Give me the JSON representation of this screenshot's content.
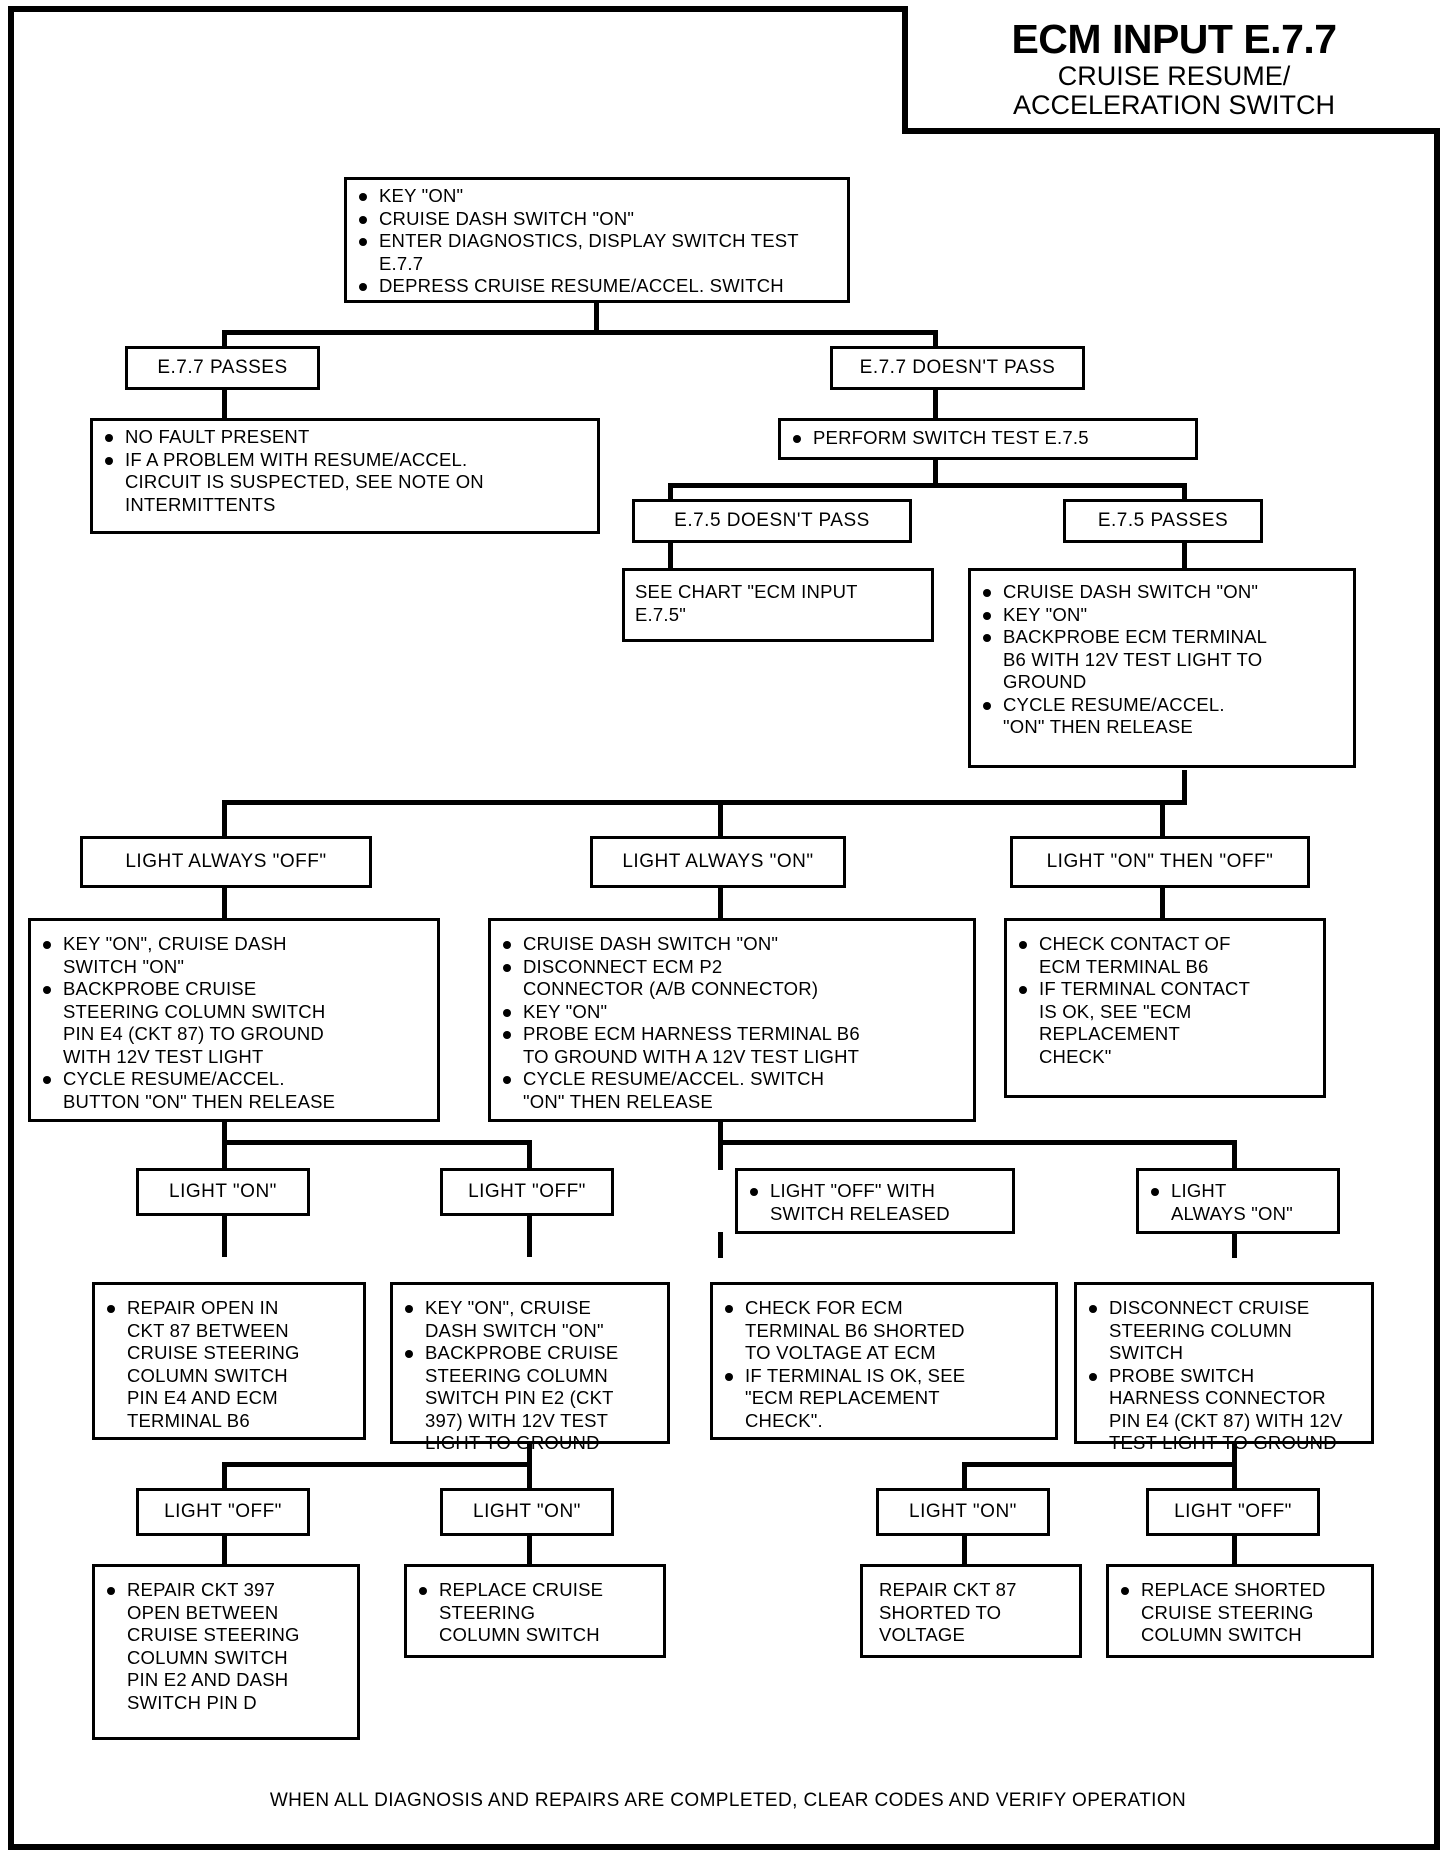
{
  "title": {
    "main": "ECM INPUT E.7.7",
    "sub_line1": "CRUISE RESUME/",
    "sub_line2": "ACCELERATION SWITCH"
  },
  "footer": "WHEN ALL DIAGNOSIS AND REPAIRS ARE COMPLETED, CLEAR CODES AND VERIFY OPERATION",
  "nodes": {
    "start": {
      "items": [
        "KEY \"ON\"",
        "CRUISE DASH SWITCH \"ON\"",
        "ENTER DIAGNOSTICS, DISPLAY SWITCH TEST E.7.7",
        "DEPRESS CRUISE RESUME/ACCEL. SWITCH"
      ]
    },
    "e77_passes": {
      "label": "E.7.7 PASSES"
    },
    "e77_doesnt_pass": {
      "label": "E.7.7 DOESN'T PASS"
    },
    "no_fault": {
      "items": [
        "NO FAULT PRESENT",
        "IF A PROBLEM WITH RESUME/ACCEL.\nCIRCUIT IS SUSPECTED, SEE NOTE ON\nINTERMITTENTS"
      ]
    },
    "perform_e75": {
      "items": [
        "PERFORM SWITCH TEST E.7.5"
      ]
    },
    "e75_doesnt_pass": {
      "label": "E.7.5 DOESN'T PASS"
    },
    "e75_passes": {
      "label": "E.7.5 PASSES"
    },
    "see_chart_e75": {
      "text": "SEE CHART \"ECM INPUT\nE.7.5\""
    },
    "e75_pass_actions": {
      "items": [
        "CRUISE DASH SWITCH \"ON\"",
        "KEY \"ON\"",
        "BACKPROBE ECM TERMINAL\nB6 WITH 12V TEST LIGHT TO\nGROUND",
        "CYCLE RESUME/ACCEL.\n\"ON\" THEN RELEASE"
      ]
    },
    "light_always_off": {
      "label": "LIGHT ALWAYS \"OFF\""
    },
    "light_always_on": {
      "label": "LIGHT ALWAYS \"ON\""
    },
    "light_on_then_off": {
      "label": "LIGHT \"ON\" THEN \"OFF\""
    },
    "always_off_actions": {
      "items": [
        "KEY \"ON\", CRUISE DASH\nSWITCH \"ON\"",
        "BACKPROBE CRUISE\nSTEERING COLUMN SWITCH\nPIN E4 (CKT 87) TO GROUND\nWITH 12V TEST LIGHT",
        "CYCLE RESUME/ACCEL.\nBUTTON \"ON\" THEN RELEASE"
      ]
    },
    "always_on_actions": {
      "items": [
        "CRUISE DASH SWITCH \"ON\"",
        "DISCONNECT ECM P2\nCONNECTOR (A/B CONNECTOR)",
        "KEY \"ON\"",
        "PROBE ECM HARNESS TERMINAL B6\nTO GROUND WITH A 12V TEST LIGHT",
        "CYCLE RESUME/ACCEL. SWITCH\n\"ON\" THEN RELEASE"
      ]
    },
    "on_then_off_actions": {
      "items": [
        "CHECK CONTACT OF\nECM TERMINAL B6",
        "IF TERMINAL CONTACT\nIS OK, SEE \"ECM\nREPLACEMENT\nCHECK\""
      ]
    },
    "light_on_a": {
      "label": "LIGHT \"ON\""
    },
    "light_off_a": {
      "label": "LIGHT \"OFF\""
    },
    "light_off_released": {
      "items": [
        "LIGHT \"OFF\" WITH\n  SWITCH RELEASED"
      ]
    },
    "light_always_on_b": {
      "items": [
        "LIGHT\n  ALWAYS \"ON\""
      ]
    },
    "repair_open_ckt87": {
      "items": [
        "REPAIR OPEN IN\nCKT 87 BETWEEN\nCRUISE STEERING\nCOLUMN SWITCH\nPIN E4 AND ECM\nTERMINAL B6"
      ]
    },
    "backprobe_e2": {
      "items": [
        "KEY \"ON\", CRUISE\nDASH SWITCH \"ON\"",
        "BACKPROBE CRUISE\nSTEERING COLUMN\nSWITCH PIN E2 (CKT\n397) WITH 12V TEST\nLIGHT TO GROUND"
      ]
    },
    "check_b6_shorted": {
      "items": [
        "CHECK FOR ECM\nTERMINAL B6 SHORTED\nTO VOLTAGE AT ECM",
        "IF TERMINAL IS OK, SEE\n\"ECM REPLACEMENT\nCHECK\"."
      ]
    },
    "disconnect_column_switch": {
      "items": [
        "DISCONNECT CRUISE\nSTEERING COLUMN\nSWITCH",
        "PROBE SWITCH\nHARNESS CONNECTOR\nPIN E4 (CKT 87) WITH 12V\nTEST LIGHT TO GROUND"
      ]
    },
    "light_off_b": {
      "label": "LIGHT \"OFF\""
    },
    "light_on_b": {
      "label": "LIGHT \"ON\""
    },
    "light_on_c": {
      "label": "LIGHT \"ON\""
    },
    "light_off_c": {
      "label": "LIGHT \"OFF\""
    },
    "repair_ckt397": {
      "items": [
        "REPAIR CKT 397\nOPEN BETWEEN\nCRUISE STEERING\nCOLUMN SWITCH\nPIN E2 AND DASH\nSWITCH PIN D"
      ]
    },
    "replace_column_switch": {
      "items": [
        "REPLACE CRUISE\nSTEERING\nCOLUMN SWITCH"
      ]
    },
    "repair_ckt87_shorted": {
      "text": "REPAIR CKT 87\nSHORTED TO\nVOLTAGE"
    },
    "replace_shorted_switch": {
      "items": [
        "REPLACE SHORTED\nCRUISE STEERING\nCOLUMN SWITCH"
      ]
    }
  }
}
